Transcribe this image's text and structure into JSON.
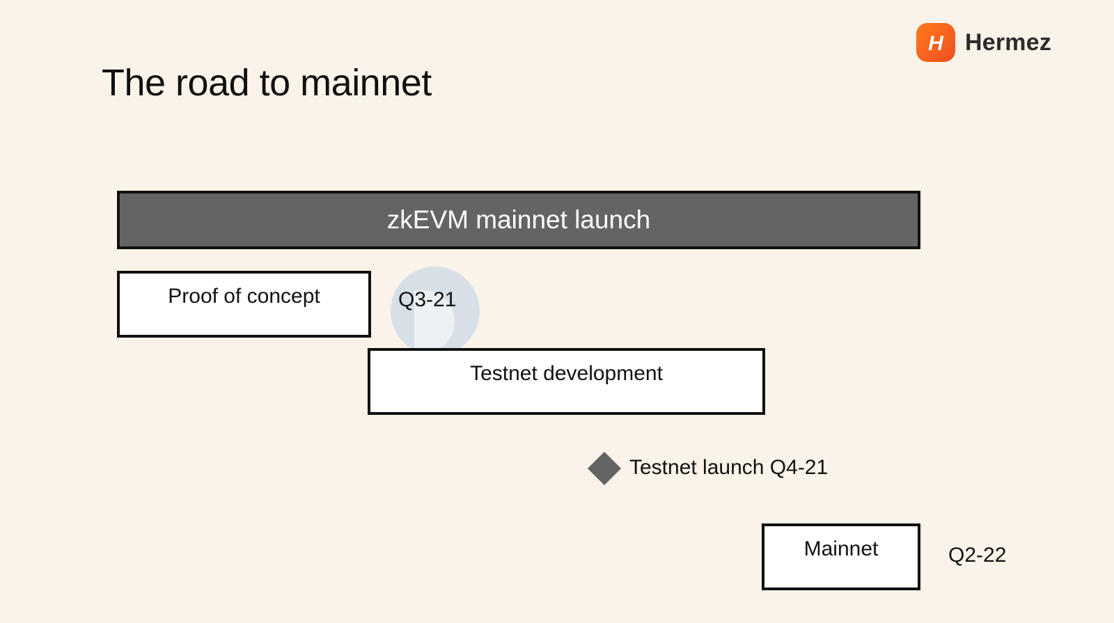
{
  "title": "The road to mainnet",
  "logo": {
    "name": "Hermez",
    "mark_letter": "H",
    "colors": {
      "start": "#ff7a1a",
      "end": "#f04e23"
    }
  },
  "timeline": {
    "phase_main": "zkEVM mainnet launch",
    "phase_poc": "Proof of concept",
    "phase_poc_date": "Q3-21",
    "phase_testnet": "Testnet development",
    "milestone": "Testnet launch Q4-21",
    "phase_mainnet": "Mainnet",
    "phase_mainnet_date": "Q2-22"
  },
  "colors": {
    "background": "#faf3e9",
    "bar_fill": "#646464",
    "box_fill": "#ffffff",
    "outline": "#111111"
  }
}
